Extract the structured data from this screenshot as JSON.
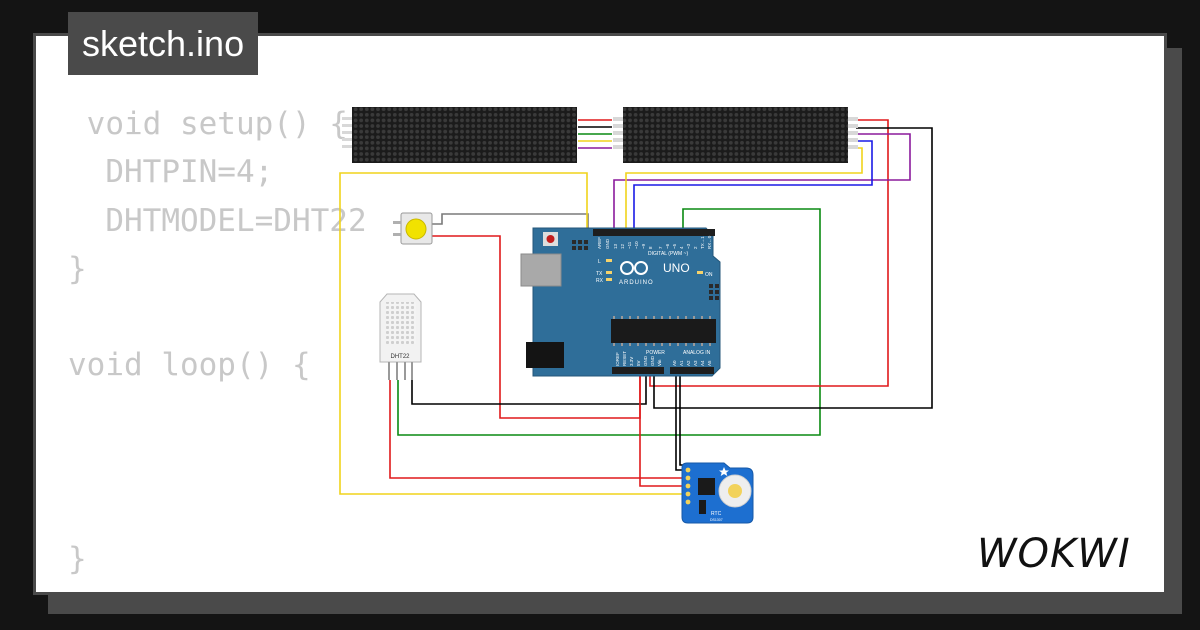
{
  "app": {
    "file_name": "sketch.ino",
    "brand": "WOKWI"
  },
  "code_lines": [
    " void setup() {",
    "  DHTPIN=4;",
    "  DHTMODEL=DHT22",
    "}",
    "",
    "void loop() {",
    "",
    "",
    "",
    "}"
  ],
  "components": {
    "arduino": {
      "name": "UNO",
      "brand": "ARDUINO",
      "digital_header": "DIGITAL (PWM ~)",
      "power_label": "POWER",
      "analog_label": "ANALOG IN",
      "on_label": "ON",
      "led_labels": [
        "L",
        "TX",
        "RX"
      ],
      "aref": "AREF",
      "digital_pins": [
        "GND",
        "13",
        "12",
        "~11",
        "~10",
        "~9",
        "8",
        "7",
        "~6",
        "~5",
        "4",
        "~3",
        "2",
        "TX→1",
        "RX←0"
      ],
      "power_pins": [
        "IOREF",
        "RESET",
        "3.3V",
        "5V",
        "GND",
        "GND",
        "Vin"
      ],
      "analog_pins": [
        "A0",
        "A1",
        "A2",
        "A3",
        "A4",
        "A5"
      ]
    },
    "dht_sensor": {
      "label": "DHT22"
    },
    "rtc_module": {
      "label": "RTC",
      "chip": "DS1307"
    }
  },
  "colors": {
    "background": "#141414",
    "card": "#ffffff",
    "frame": "#4a4a4a",
    "code_text": "#c8c8c8",
    "arduino_board": "#2f6e99",
    "rtc_board": "#1d6fd0",
    "led_matrix": "#1b1b1b",
    "wire_red": "#e0191b",
    "wire_black": "#000000",
    "wire_green": "#0a8a12",
    "wire_yellow": "#f0d31c",
    "wire_blue": "#1a1ae6",
    "wire_purple": "#8b1a9c",
    "wire_gray": "#7a7a7a",
    "button_cap": "#f1e200"
  }
}
